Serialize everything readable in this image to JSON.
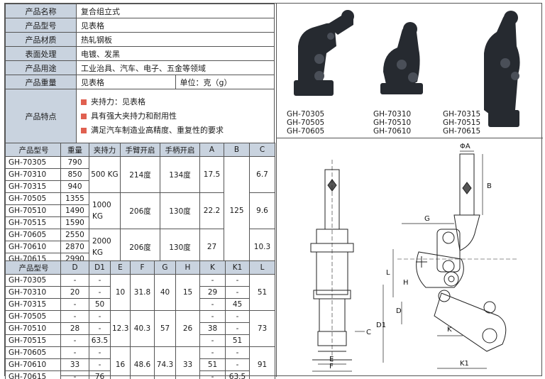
{
  "props": [
    {
      "label": "产品名称",
      "value": "复合组立式"
    },
    {
      "label": "产品型号",
      "value": "见表格"
    },
    {
      "label": "产品材质",
      "value": "热轧钢板"
    },
    {
      "label": "表面处理",
      "value": "电镀、发黑"
    },
    {
      "label": "产品用途",
      "value": "工业治具、汽车、电子、五金等领域"
    },
    {
      "label": "产品重量",
      "value": "见表格",
      "unit": "单位：克（g）"
    }
  ],
  "features": {
    "label": "产品特点",
    "items": [
      "夹持力：见表格",
      "具有强大夹持力和耐用性",
      "满足汽车制造业高精度、重复性的要求"
    ],
    "bullet_color": "#e06050"
  },
  "table1": {
    "headers": [
      "产品型号",
      "重量",
      "夹持力",
      "手臂开启",
      "手柄开启",
      "A",
      "B",
      "C"
    ],
    "models": [
      "GH-70305",
      "GH-70310",
      "GH-70315",
      "GH-70505",
      "GH-70510",
      "GH-70515",
      "GH-70605",
      "GH-70610",
      "GH-70615"
    ],
    "weights": [
      "790",
      "850",
      "940",
      "1355",
      "1490",
      "1590",
      "2550",
      "2870",
      "2990"
    ],
    "groups": [
      {
        "force": "500 KG",
        "arm": "214度",
        "handle": "134度",
        "A": "17.5",
        "C": "6.7"
      },
      {
        "force": "1000 KG",
        "arm": "206度",
        "handle": "130度",
        "A": "22.2",
        "C": "9.6"
      },
      {
        "force": "2000 KG",
        "arm": "206度",
        "handle": "130度",
        "A": "27",
        "C": "10.3"
      }
    ],
    "B": "125"
  },
  "table2": {
    "headers": [
      "产品型号",
      "D",
      "D1",
      "E",
      "F",
      "G",
      "H",
      "K",
      "K1",
      "L"
    ],
    "rows": [
      {
        "model": "GH-70305",
        "D": "-",
        "D1": "-",
        "K": "-",
        "K1": "-"
      },
      {
        "model": "GH-70310",
        "D": "20",
        "D1": "-",
        "K": "29",
        "K1": "-"
      },
      {
        "model": "GH-70315",
        "D": "-",
        "D1": "50",
        "K": "-",
        "K1": "45"
      },
      {
        "model": "GH-70505",
        "D": "-",
        "D1": "-",
        "K": "-",
        "K1": "-"
      },
      {
        "model": "GH-70510",
        "D": "28",
        "D1": "-",
        "K": "38",
        "K1": "-"
      },
      {
        "model": "GH-70515",
        "D": "-",
        "D1": "63.5",
        "K": "-",
        "K1": "51"
      },
      {
        "model": "GH-70605",
        "D": "-",
        "D1": "-",
        "K": "-",
        "K1": "-"
      },
      {
        "model": "GH-70610",
        "D": "33",
        "D1": "-",
        "K": "51",
        "K1": "-"
      },
      {
        "model": "GH-70615",
        "D": "-",
        "D1": "76",
        "K": "-",
        "K1": "63.5"
      }
    ],
    "groups": [
      {
        "E": "10",
        "F": "31.8",
        "G": "40",
        "H": "15",
        "L": "51"
      },
      {
        "E": "12.3",
        "F": "40.3",
        "G": "57",
        "H": "26",
        "L": "73"
      },
      {
        "E": "16",
        "F": "48.6",
        "G": "74.3",
        "H": "33",
        "L": "91"
      }
    ]
  },
  "photo_captions": [
    [
      "GH-70305",
      "GH-70505",
      "GH-70605"
    ],
    [
      "GH-70310",
      "GH-70510",
      "GH-70610"
    ],
    [
      "GH-70315",
      "GH-70515",
      "GH-70615"
    ]
  ],
  "drawing_labels": {
    "phiA": "ΦA",
    "B": "B",
    "G": "G",
    "L": "L",
    "H": "H",
    "D": "D",
    "D1": "D1",
    "K": "K",
    "K1": "K1",
    "C": "C",
    "E": "E",
    "F": "F"
  }
}
